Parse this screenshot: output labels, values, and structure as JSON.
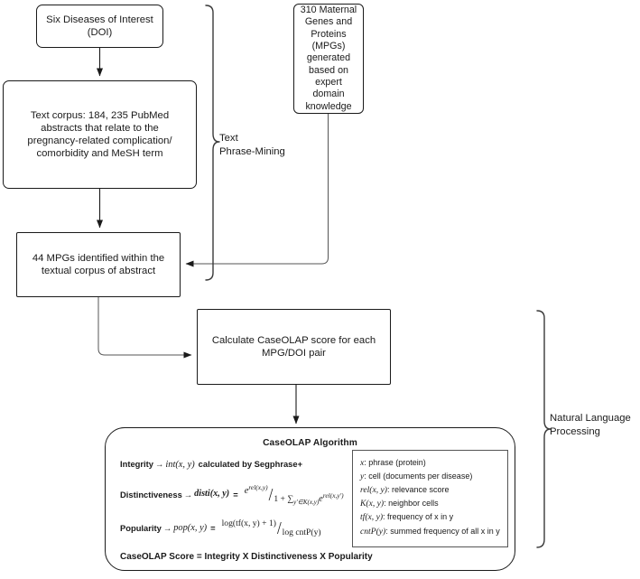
{
  "diagram": {
    "title": "CaseOLAP pipeline flowchart",
    "line_color": "#1a1a1a",
    "background": "#ffffff"
  },
  "nodes": {
    "doi": {
      "label": "Six Diseases of Interest\n(DOI)"
    },
    "corpus": {
      "label": "Text corpus: 184, 235 PubMed\nabstracts that relate to the\npregnancy-related complication/\ncomorbidity and MeSH term"
    },
    "mpg310": {
      "label": "310 Maternal\nGenes and\nProteins\n(MPGs)\ngenerated\nbased on\nexpert domain\nknowledge"
    },
    "mpg44": {
      "label": "44 MPGs identified within the\ntextual corpus of abstract"
    },
    "calculate": {
      "label": "Calculate CaseOLAP score for each\nMPG/DOI pair"
    }
  },
  "algorithm": {
    "title": "CaseOLAP Algorithm",
    "formulas": {
      "integrity": {
        "label": "Integrity",
        "arrow": "→",
        "expr": "int(x, y)",
        "tail": "calculated by Segphrase+"
      },
      "distinctiveness": {
        "label": "Distinctiveness",
        "arrow": "→",
        "expr": "disti(x, y)",
        "equals": "=",
        "numerator": "e",
        "numerator_sup": "rel(x,y)",
        "denominator_lead": "1 + ∑",
        "denominator_sub": "y'∈K(x,y)",
        "denominator_tail": "e",
        "denominator_tail_sup": "rel(x,y')"
      },
      "popularity": {
        "label": "Popularity",
        "arrow": "→",
        "expr": "pop(x, y)",
        "equals": "=",
        "numerator": "log(tf(x, y) + 1)",
        "denominator": "log cntP(y)"
      },
      "score": {
        "text": "CaseOLAP Score = Integrity X Distinctiveness X Popularity"
      }
    },
    "legend": [
      {
        "symbol": "x",
        "text": ": phrase (protein)"
      },
      {
        "symbol": "y",
        "text": ": cell (documents per disease)"
      },
      {
        "symbol": "rel(x, y)",
        "text": ": relevance score"
      },
      {
        "symbol": "K(x, y)",
        "text": ": neighbor cells"
      },
      {
        "symbol": "tf(x, y)",
        "text": ": frequency of x in y"
      },
      {
        "symbol": "cntP(y)",
        "text": ": summed frequency of all x in y"
      }
    ]
  },
  "brackets": {
    "phrase_mining": {
      "label": "Text\nPhrase-Mining"
    },
    "nlp": {
      "label": "Natural Language\nProcessing"
    }
  }
}
